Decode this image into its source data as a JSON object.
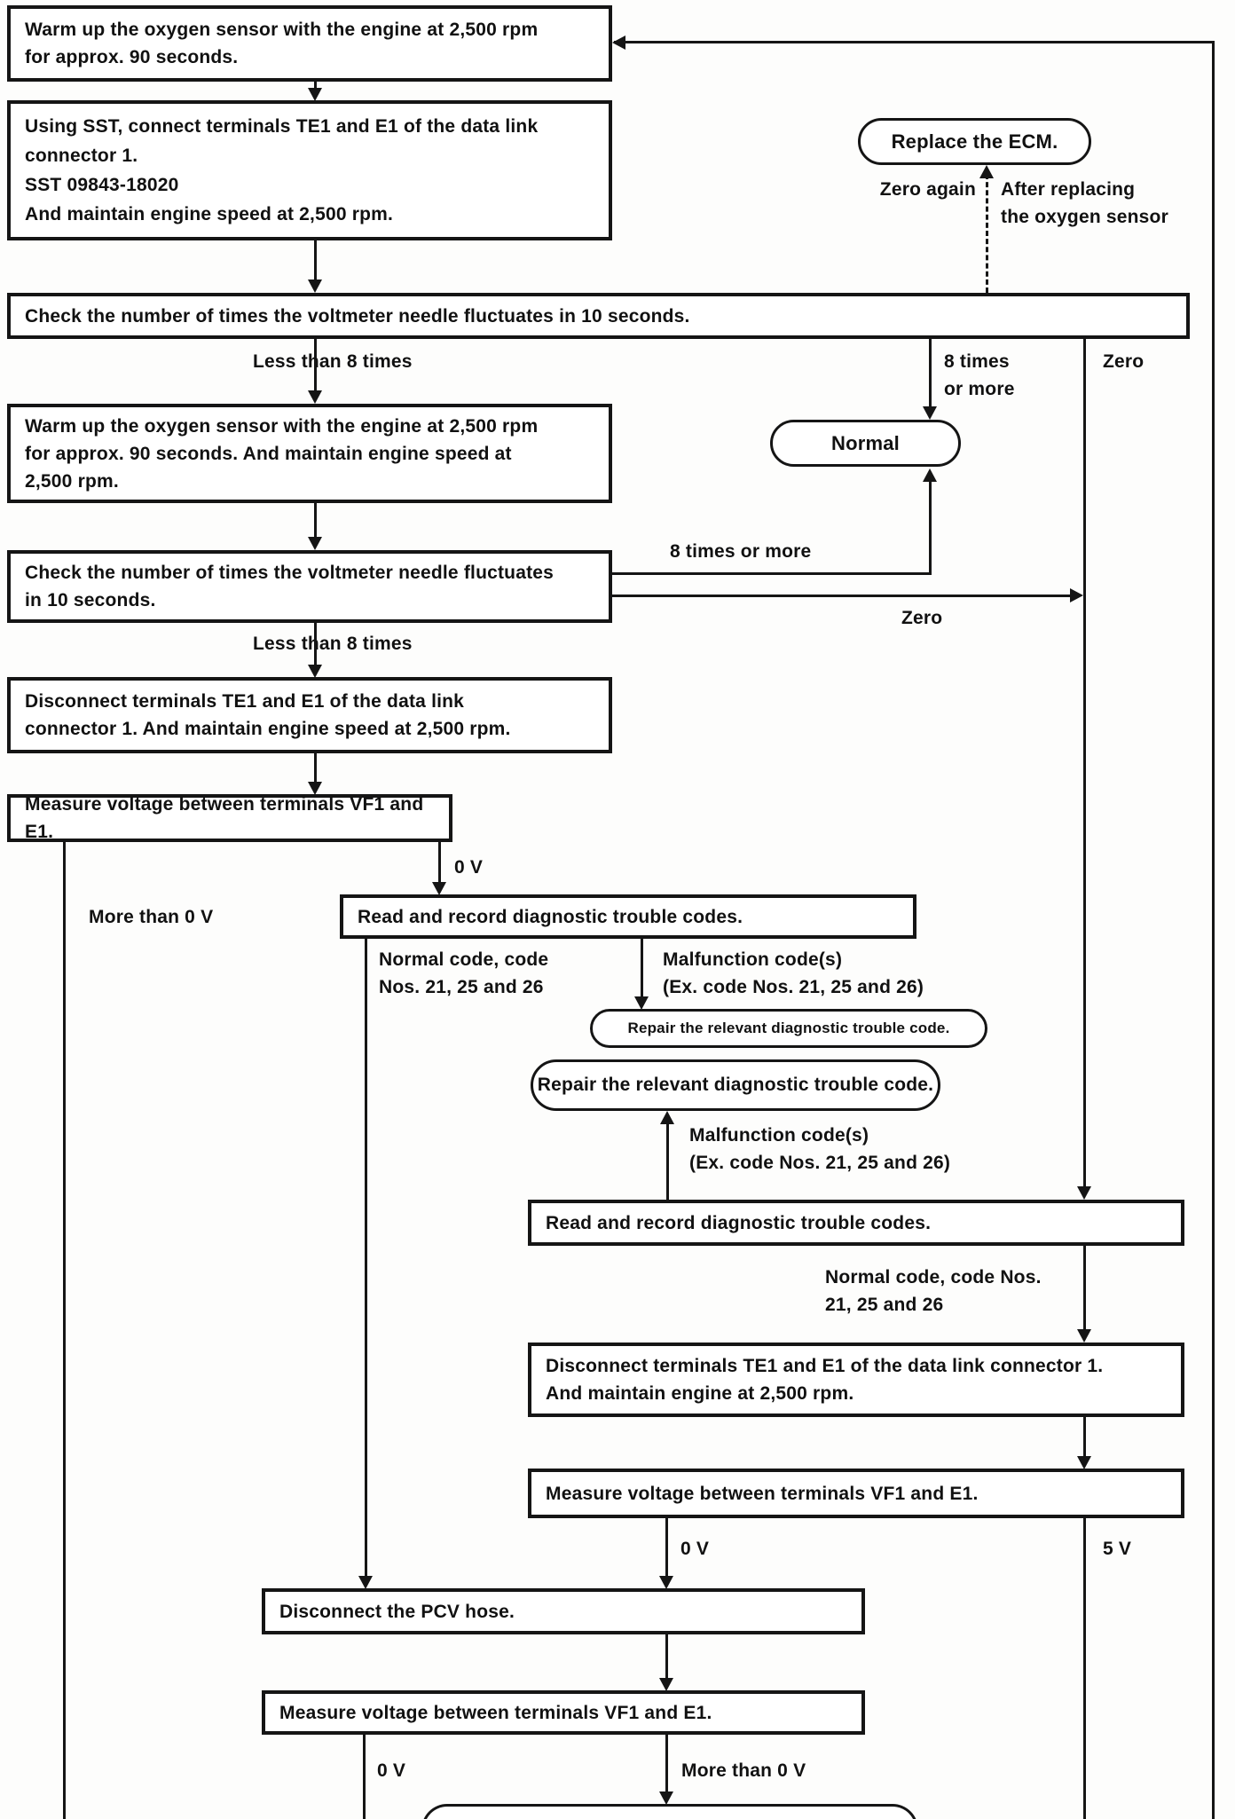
{
  "page": {
    "kind": "scanned service-manual flowchart",
    "ink_color": "#151515",
    "paper_color": "#fdfdfc"
  },
  "nodes": {
    "warm_up_1": {
      "text": "Warm up the oxygen sensor with the engine at 2,500 rpm\nfor approx. 90 seconds."
    },
    "connect_sst": {
      "text": "Using SST, connect terminals TE1 and E1 of the data link\nconnector 1.\nSST 09843-18020\nAnd maintain engine speed at 2,500 rpm."
    },
    "check_needle_1": {
      "text": "Check the number of times the voltmeter needle fluctuates in 10 seconds."
    },
    "warm_up_2": {
      "text": "Warm up the oxygen sensor with the engine at 2,500 rpm\nfor approx. 90 seconds. And maintain engine speed at\n2,500 rpm."
    },
    "check_needle_2": {
      "text": "Check the number of times the voltmeter needle fluctuates\nin 10 seconds."
    },
    "disconnect_te1_1": {
      "text": "Disconnect terminals TE1 and E1 of the data link\nconnector 1. And maintain engine speed at 2,500 rpm."
    },
    "measure_vf1_1": {
      "text": "Measure voltage between terminals VF1 and E1."
    },
    "read_codes_1": {
      "text": "Read and record diagnostic trouble codes."
    },
    "repair_code_small": {
      "text": "Repair the relevant diagnostic trouble code."
    },
    "repair_code_large": {
      "text": "Repair the relevant diagnostic trouble code."
    },
    "read_codes_2": {
      "text": "Read and record diagnostic trouble codes."
    },
    "disconnect_te1_2": {
      "text": "Disconnect terminals TE1 and E1 of the data link connector 1.\nAnd maintain engine at 2,500 rpm."
    },
    "measure_vf1_2": {
      "text": "Measure voltage between terminals VF1 and E1."
    },
    "disconnect_pcv": {
      "text": "Disconnect the PCV hose."
    },
    "measure_vf1_3": {
      "text": "Measure voltage between terminals VF1 and E1."
    },
    "replace_ecm": {
      "text": "Replace the ECM."
    },
    "normal": {
      "text": "Normal"
    }
  },
  "edge_labels": {
    "less_than_8_a": "Less than 8 times",
    "eight_times_or_more_stacked": "8 times\nor more",
    "zero_top": "Zero",
    "zero_again": "Zero again",
    "after_replacing": "After replacing\nthe oxygen sensor",
    "eight_times_or_more_mid": "8 times or more",
    "zero_mid": "Zero",
    "less_than_8_b": "Less than 8 times",
    "more_than_0v_left": "More than 0 V",
    "zero_v_1": "0 V",
    "normal_code_a": "Normal code, code\nNos. 21, 25 and 26",
    "malfunction_codes_a": "Malfunction code(s)\n(Ex. code Nos. 21, 25 and 26)",
    "malfunction_codes_b": "Malfunction code(s)\n(Ex. code Nos. 21, 25 and 26)",
    "normal_code_b": "Normal code, code Nos.\n21, 25 and 26",
    "zero_v_2": "0 V",
    "five_v": "5 V",
    "zero_v_3": "0 V",
    "more_than_0v_bottom": "More than 0 V"
  }
}
